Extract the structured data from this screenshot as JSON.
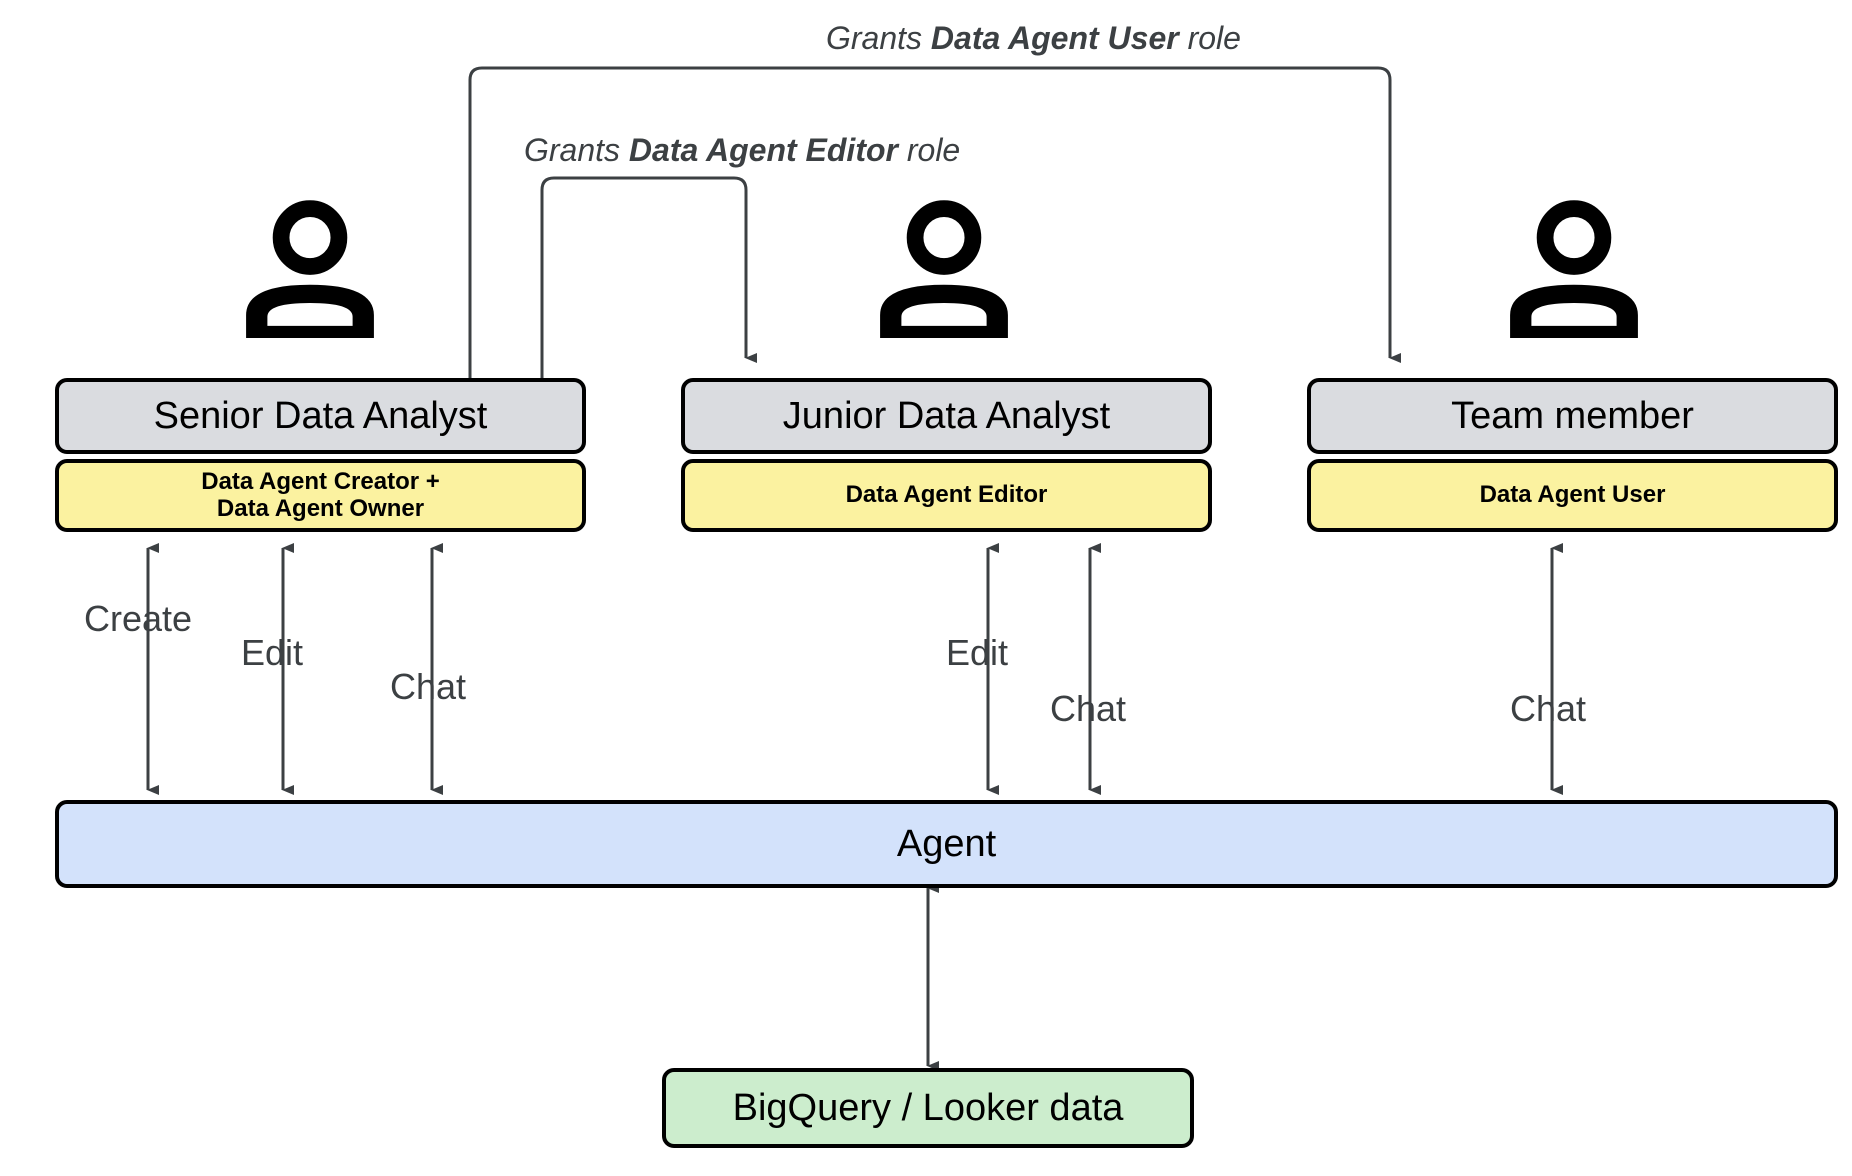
{
  "diagram": {
    "title": "Data Agent role permissions diagram",
    "colors": {
      "role_title_fill": "#dadce0",
      "role_perm_fill": "#fbf2a0",
      "agent_fill": "#d3e2fb",
      "data_fill": "#ccedcd",
      "border": "#000000",
      "arrow": "#3c4043",
      "background": "#ffffff"
    }
  },
  "personas": [
    {
      "icon": "person-icon",
      "title": "Senior Data Analyst",
      "permission": "Data Agent Creator +\nData Agent Owner",
      "actions": [
        "Create",
        "Edit",
        "Chat"
      ]
    },
    {
      "icon": "person-icon",
      "title": "Junior Data Analyst",
      "permission": "Data Agent Editor",
      "actions": [
        "Edit",
        "Chat"
      ]
    },
    {
      "icon": "person-icon",
      "title": "Team member",
      "permission": "Data Agent User",
      "actions": [
        "Chat"
      ]
    }
  ],
  "grants": [
    {
      "prefix": "Grants ",
      "role": "Data Agent User",
      "suffix": " role",
      "from": "Senior Data Analyst",
      "to": "Team member"
    },
    {
      "prefix": "Grants ",
      "role": "Data Agent Editor",
      "suffix": " role",
      "from": "Senior Data Analyst",
      "to": "Junior Data Analyst"
    }
  ],
  "agent": {
    "label": "Agent"
  },
  "datasource": {
    "label": "BigQuery / Looker data"
  },
  "action_labels": {
    "create": "Create",
    "edit_1": "Edit",
    "chat_1": "Chat",
    "edit_2": "Edit",
    "chat_2": "Chat",
    "chat_3": "Chat"
  }
}
